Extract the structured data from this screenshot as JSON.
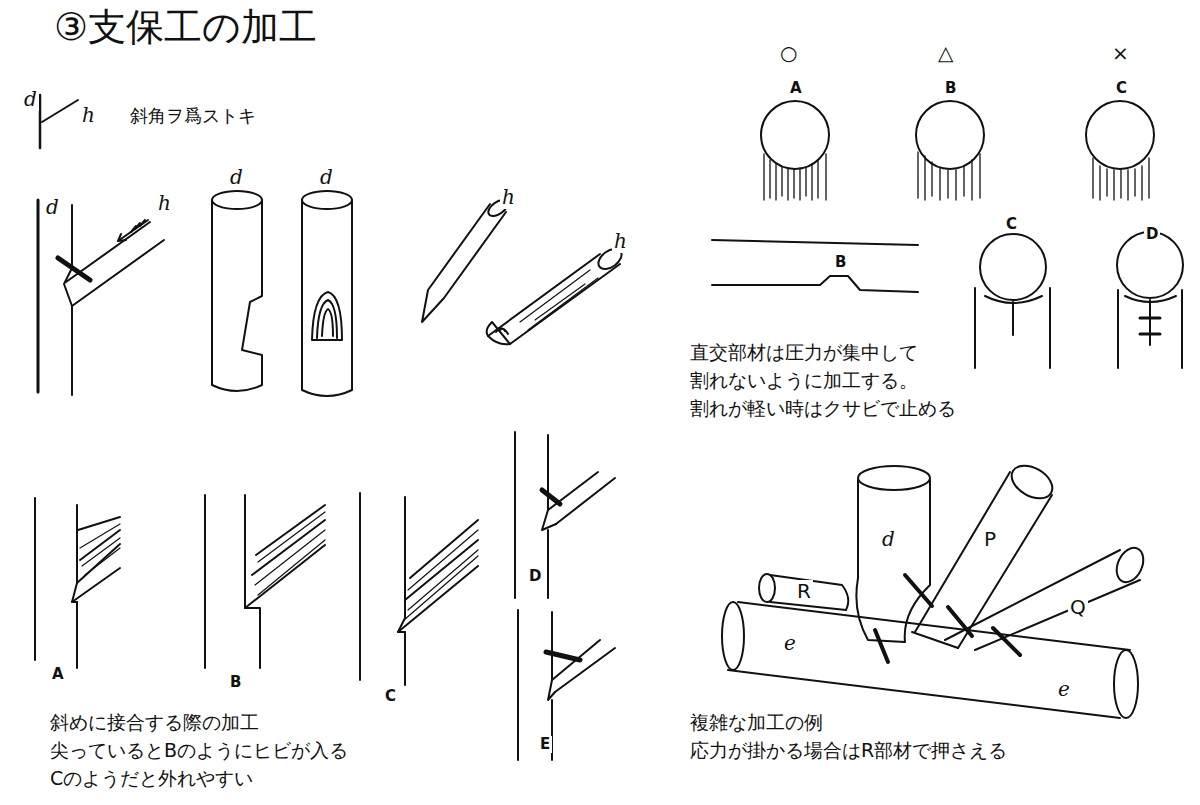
{
  "diagram": {
    "title": "③支保工の加工",
    "labels": [
      "d",
      "h",
      "斜角ヲ爲ストキ",
      "d",
      "h",
      "d",
      "d",
      "h",
      "h",
      "A",
      "B",
      "C",
      "D",
      "E",
      "斜めに接合する際の加工",
      "尖っているとBのようにヒビが入る",
      "Cのようだと外れやすい",
      "○",
      "△",
      "×",
      "A",
      "B",
      "C",
      "B",
      "C",
      "D",
      "直交部材は圧力が集中して",
      "割れないように加工する。",
      "割れが軽い時はクサビで止める",
      "d",
      "P",
      "Q",
      "R",
      "e",
      "e",
      "複雑な加工の例",
      "応力が掛かる場合はR部材で押さえる"
    ]
  }
}
